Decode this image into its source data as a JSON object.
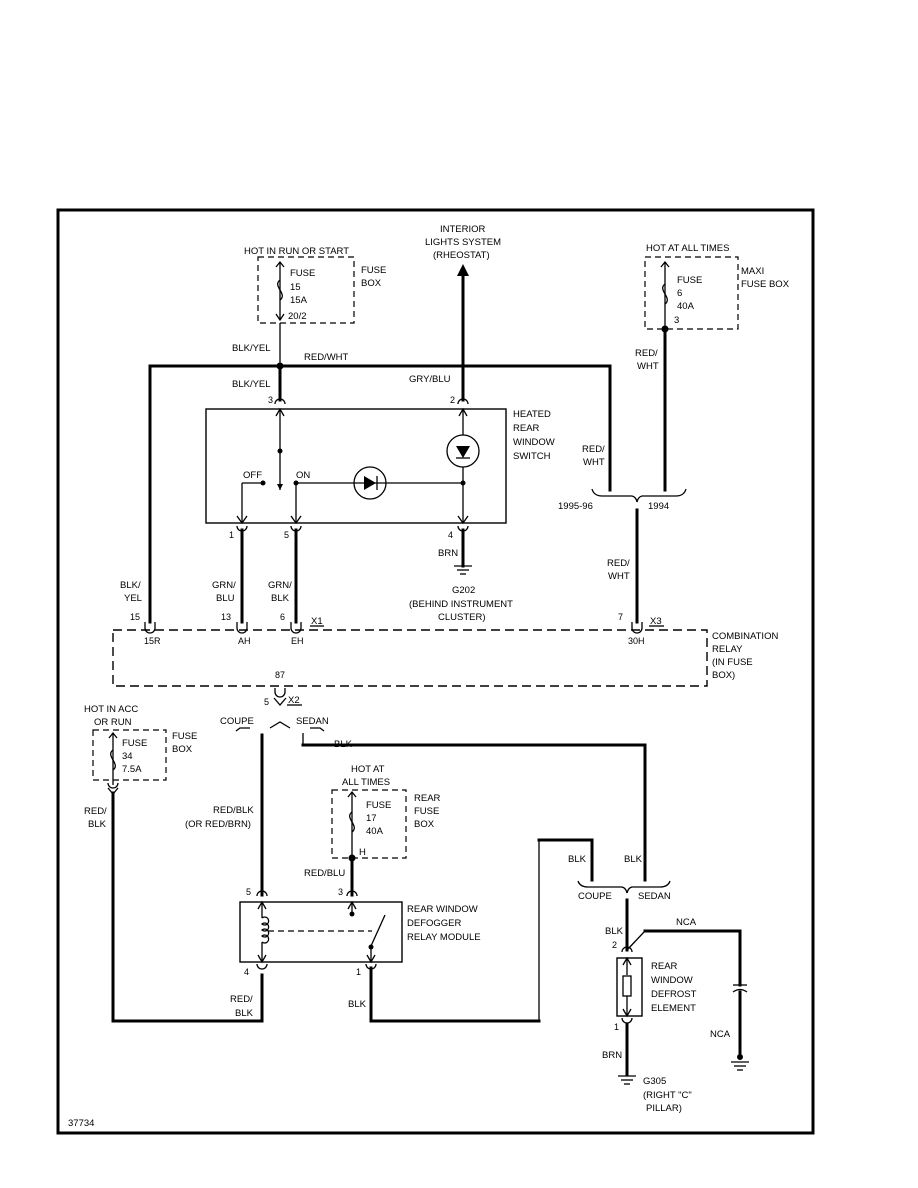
{
  "figure_id": "37734",
  "fuse15": {
    "header": "HOT IN RUN OR START",
    "fuse": "FUSE",
    "num": "15",
    "amp": "15A",
    "term": "20/2",
    "box1": "FUSE",
    "box2": "BOX"
  },
  "interior": {
    "l1": "INTERIOR",
    "l2": "LIGHTS SYSTEM",
    "l3": "(RHEOSTAT)"
  },
  "maxi": {
    "header": "HOT AT ALL TIMES",
    "fuse": "FUSE",
    "num": "6",
    "amp": "40A",
    "term": "3",
    "box1": "MAXI",
    "box2": "FUSE BOX"
  },
  "wires": {
    "blk_yel_1": "BLK/YEL",
    "red_wht_top": "RED/WHT",
    "blk_yel_2": "BLK/YEL",
    "gry_blu": "GRY/BLU",
    "red_wht_right1": "RED/",
    "red_wht_right2": "WHT",
    "red_wht_mid1": "RED/",
    "red_wht_mid2": "WHT",
    "red_wht_low1": "RED/",
    "red_wht_low2": "WHT",
    "blk_yel_l1": "BLK/",
    "blk_yel_l2": "YEL",
    "grn_blu1": "GRN/",
    "grn_blu2": "BLU",
    "grn_blk1": "GRN/",
    "grn_blk2": "BLK",
    "brn_top": "BRN",
    "blk_sedan": "BLK",
    "red_blk_l1": "RED/",
    "red_blk_l2": "BLK",
    "red_blk_mid1": "RED/BLK",
    "red_blk_mid2": "(OR RED/BRN)",
    "red_blu": "RED/BLU",
    "red_blk_bot1": "RED/",
    "red_blk_bot2": "BLK",
    "blk_bot": "BLK",
    "blk_coupe": "BLK",
    "blk_sedan2": "BLK",
    "blk_el": "BLK",
    "brn_bot": "BRN"
  },
  "switch": {
    "l1": "HEATED",
    "l2": "REAR",
    "l3": "WINDOW",
    "l4": "SWITCH",
    "off": "OFF",
    "on": "ON",
    "pin3": "3",
    "pin2": "2",
    "pin1": "1",
    "pin5": "5",
    "pin4": "4"
  },
  "g202": {
    "name": "G202",
    "l1": "(BEHIND INSTRUMENT",
    "l2": "CLUSTER)"
  },
  "years": {
    "left": "1995-96",
    "right": "1994"
  },
  "relay": {
    "l1": "COMBINATION",
    "l2": "RELAY",
    "l3": "(IN FUSE",
    "l4": "BOX)",
    "p15": "15",
    "p13": "13",
    "p6": "6",
    "p7": "7",
    "x1": "X1",
    "x3": "X3",
    "t15r": "15R",
    "tah": "AH",
    "teh": "EH",
    "t30h": "30H",
    "t87": "87",
    "p5": "5",
    "x2": "X2"
  },
  "coupe_sedan": {
    "coupe": "COUPE",
    "sedan": "SEDAN"
  },
  "fuse34": {
    "h1": "HOT IN ACC",
    "h2": "OR RUN",
    "fuse": "FUSE",
    "num": "34",
    "amp": "7.5A",
    "box1": "FUSE",
    "box2": "BOX"
  },
  "fuse17": {
    "h1": "HOT AT",
    "h2": "ALL TIMES",
    "fuse": "FUSE",
    "num": "17",
    "amp": "40A",
    "term": "H",
    "box1": "REAR",
    "box2": "FUSE",
    "box3": "BOX"
  },
  "defog": {
    "l1": "REAR WINDOW",
    "l2": "DEFOGGER",
    "l3": "RELAY MODULE",
    "p5": "5",
    "p3": "3",
    "p4": "4",
    "p1": "1"
  },
  "coupe_sedan2": {
    "coupe": "COUPE",
    "sedan": "SEDAN"
  },
  "element": {
    "l1": "REAR",
    "l2": "WINDOW",
    "l3": "DEFROST",
    "l4": "ELEMENT",
    "p2": "2",
    "p1": "1",
    "nca_top": "NCA",
    "nca_bot": "NCA"
  },
  "g305": {
    "name": "G305",
    "l1": "(RIGHT \"C\"",
    "l2": "PILLAR)"
  }
}
